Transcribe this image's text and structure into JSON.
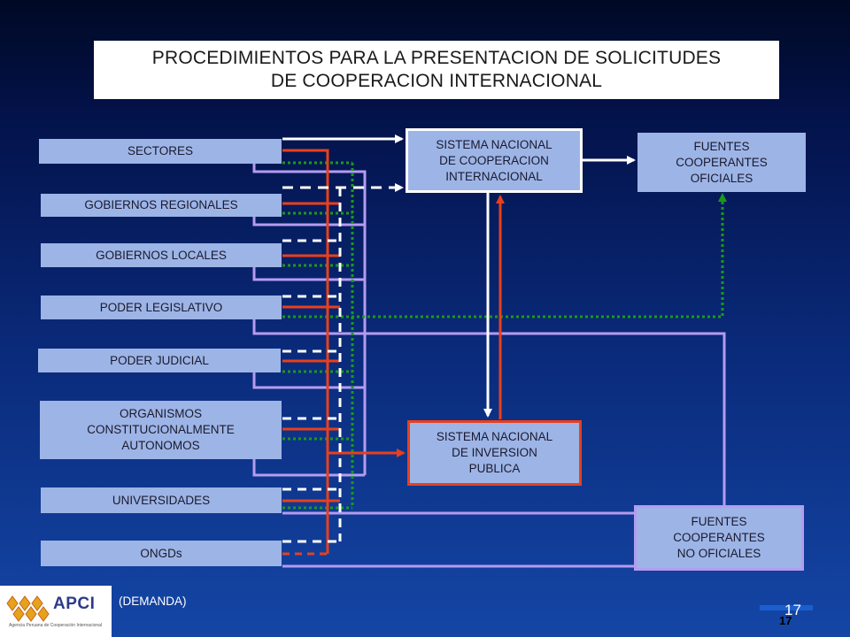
{
  "title": {
    "line1": "PROCEDIMIENTOS PARA LA PRESENTACION DE SOLICITUDES",
    "line2": "DE COOPERACION INTERNACIONAL"
  },
  "demand_nodes": [
    {
      "lines": [
        "SECTORES"
      ]
    },
    {
      "lines": [
        "GOBIERNOS REGIONALES"
      ]
    },
    {
      "lines": [
        "GOBIERNOS LOCALES"
      ]
    },
    {
      "lines": [
        "PODER LEGISLATIVO"
      ]
    },
    {
      "lines": [
        "PODER JUDICIAL"
      ]
    },
    {
      "lines": [
        "ORGANISMOS",
        "CONSTITUCIONALMENTE",
        "AUTONOMOS"
      ]
    },
    {
      "lines": [
        "UNIVERSIDADES"
      ]
    },
    {
      "lines": [
        "ONGDs"
      ]
    }
  ],
  "system_nodes": {
    "sinci": [
      "SISTEMA NACIONAL",
      "DE COOPERACION",
      "INTERNACIONAL"
    ],
    "snip": [
      "SISTEMA NACIONAL",
      "DE INVERSION",
      "PUBLICA"
    ],
    "fuentes_oficiales": [
      "FUENTES",
      "COOPERANTES",
      "OFICIALES"
    ],
    "fuentes_no_oficiales": [
      "FUENTES",
      "COOPERANTES",
      "NO OFICIALES"
    ]
  },
  "footer": {
    "demand_label": "(DEMANDA)",
    "logo_text": "APCI",
    "logo_subtitle": "Agencia Peruana de Cooperación Internacional",
    "page_number": "17",
    "page_number_shadow": "17"
  },
  "colors": {
    "red": "#e8401c",
    "green": "#1a9a1a",
    "purple": "#b49cf0",
    "white": "#ffffff",
    "node_fill": "#9db4e6"
  }
}
